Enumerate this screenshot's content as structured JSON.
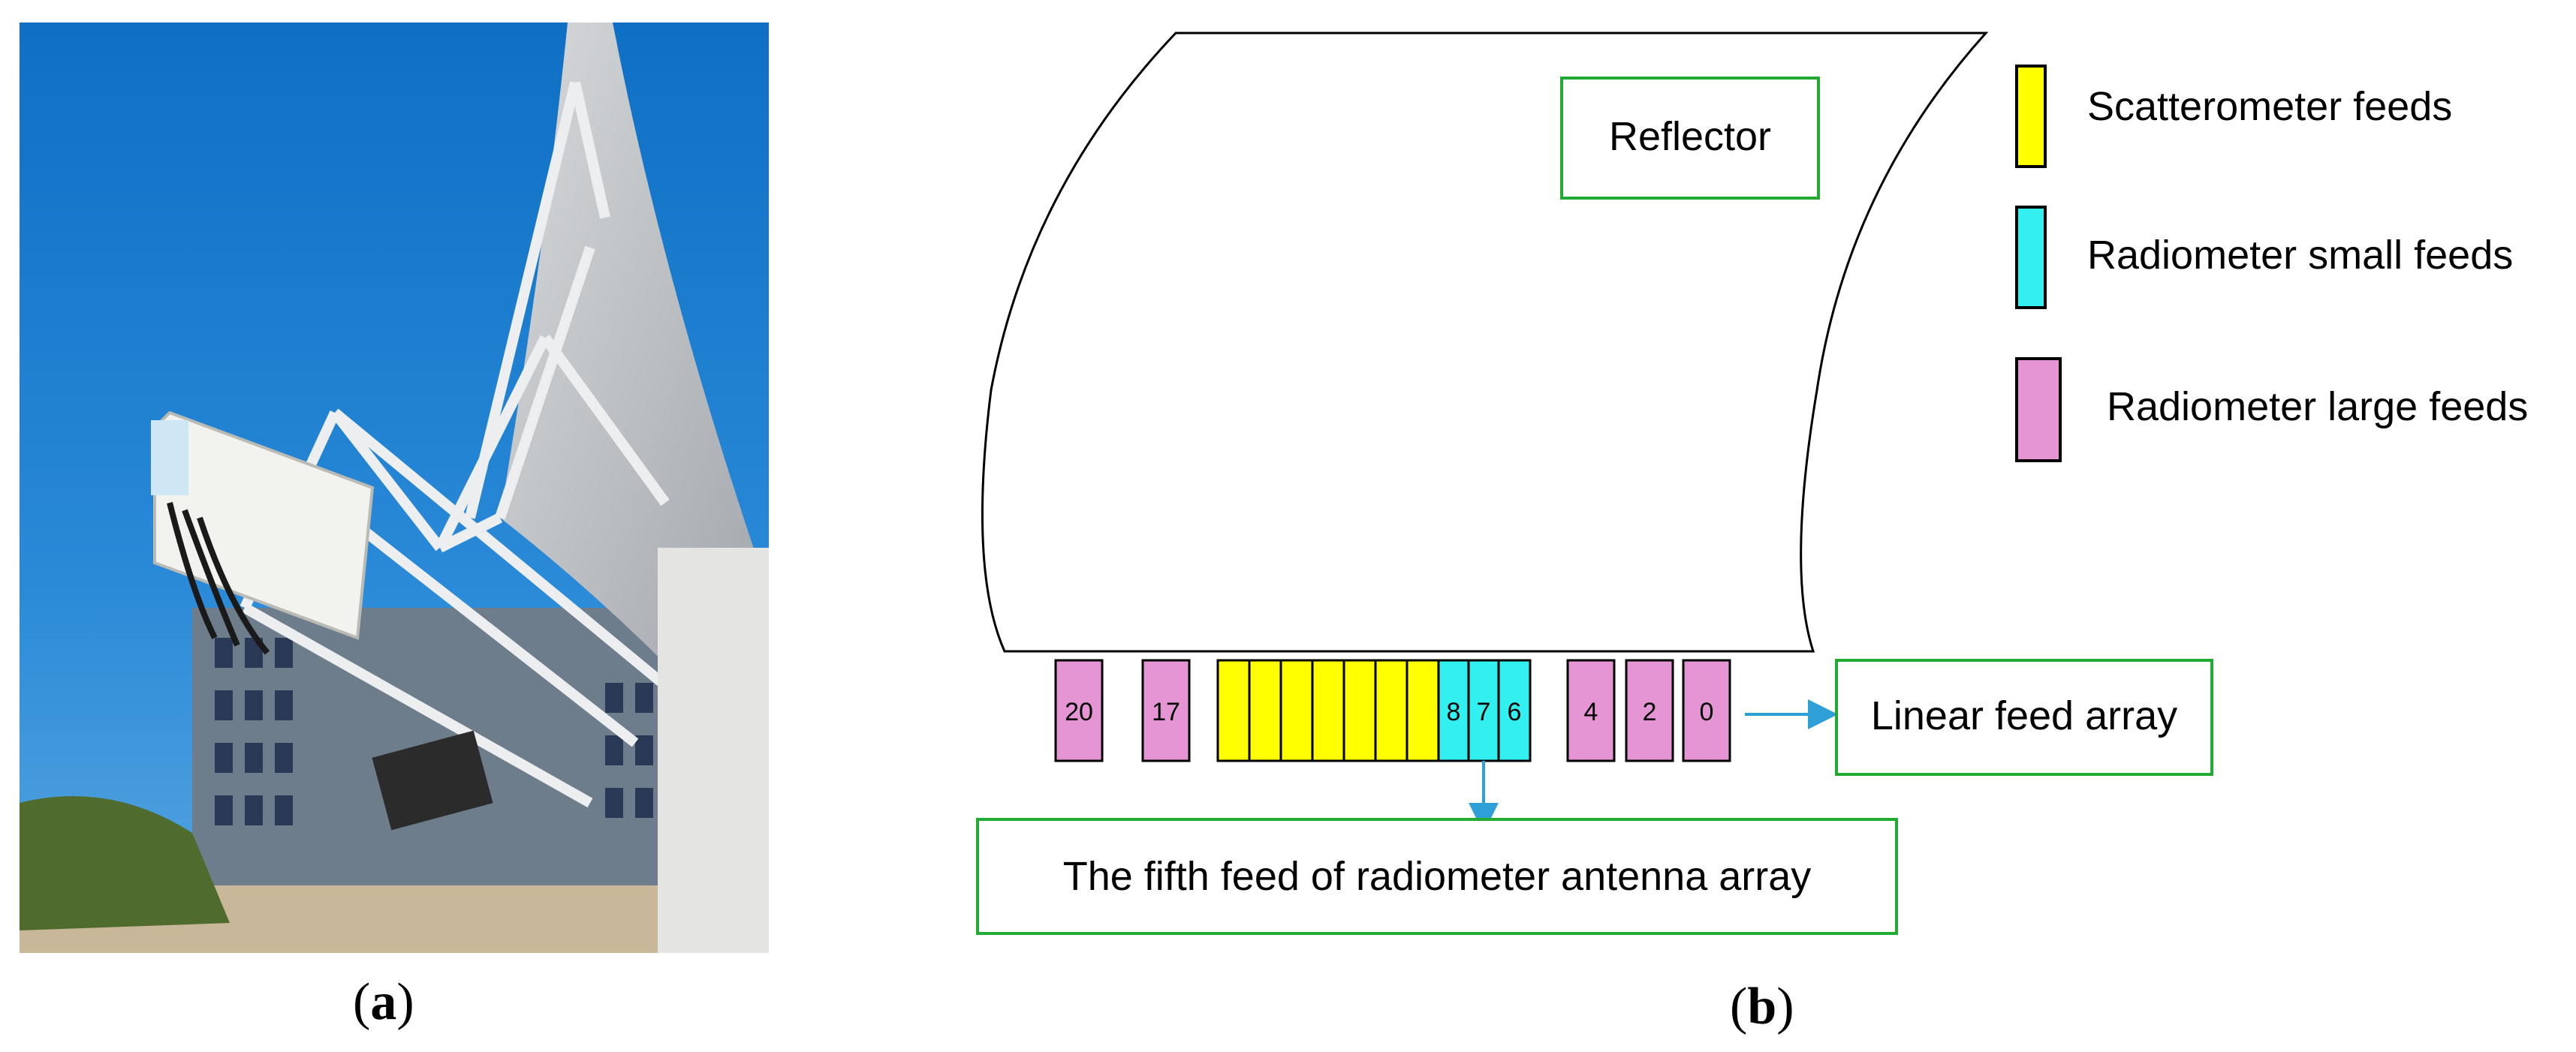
{
  "captions": {
    "a_open": "(",
    "a_letter": "a",
    "a_close": ")",
    "b_open": "(",
    "b_letter": "b",
    "b_close": ")"
  },
  "photo": {
    "subject": "antenna-reflector-with-feed-array-and-building"
  },
  "diagram": {
    "reflector_label": "Reflector",
    "legend": [
      {
        "label": "Scatterometer feeds",
        "color": "#ffff00"
      },
      {
        "label": "Radiometer small feeds",
        "color": "#33f0f0"
      },
      {
        "label": "Radiometer large feeds",
        "color": "#e695d4"
      }
    ],
    "feeds": {
      "large_left": [
        "20",
        "17"
      ],
      "small": [
        "8",
        "7",
        "6"
      ],
      "large_right": [
        "4",
        "2",
        "0"
      ],
      "scatterometer_count": 7
    },
    "linear_feed_array_label": "Linear feed array",
    "fifth_feed_label": "The fifth feed of radiometer antenna array",
    "colors": {
      "box_border": "#22aa33",
      "arrow": "#2f9fd8",
      "outline": "#000000"
    }
  }
}
